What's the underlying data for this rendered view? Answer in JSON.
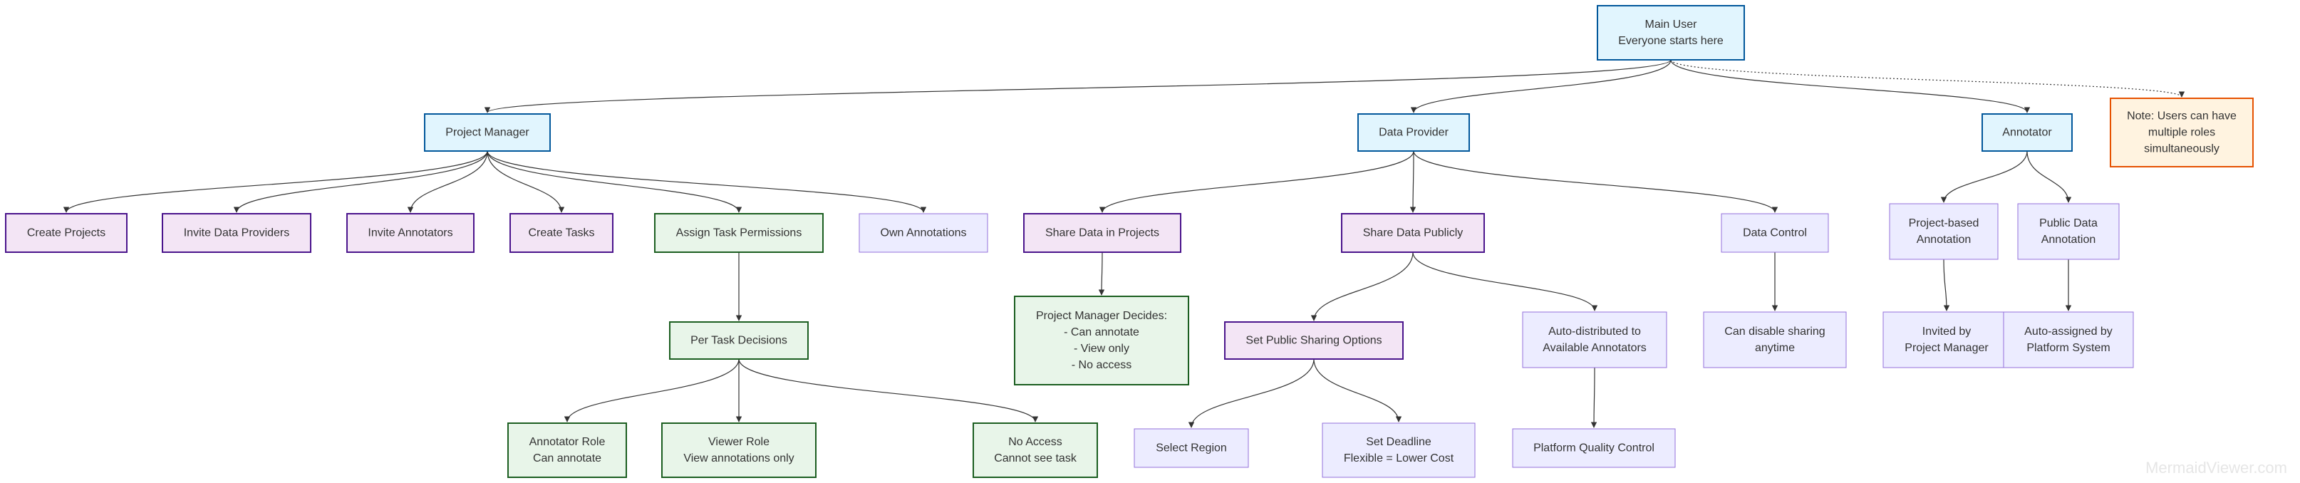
{
  "colors": {
    "blue": {
      "fill": "#e1f5fe",
      "stroke": "#01579b"
    },
    "purple": {
      "fill": "#f3e5f5",
      "stroke": "#4a148c"
    },
    "green": {
      "fill": "#e8f5e9",
      "stroke": "#1b5e20"
    },
    "lav": {
      "fill": "#ececff",
      "stroke": "#9370db"
    },
    "orange": {
      "fill": "#fff3e0",
      "stroke": "#e65100"
    },
    "edge": "#333333"
  },
  "watermark": "MermaidViewer.com",
  "nodes": [
    {
      "id": "main_user",
      "style": "blue",
      "lines": [
        "Main User",
        "Everyone starts here"
      ]
    },
    {
      "id": "project_manager",
      "style": "blue",
      "lines": [
        "Project Manager"
      ]
    },
    {
      "id": "data_provider",
      "style": "blue",
      "lines": [
        "Data Provider"
      ]
    },
    {
      "id": "annotator",
      "style": "blue",
      "lines": [
        "Annotator"
      ]
    },
    {
      "id": "note",
      "style": "orange",
      "lines": [
        "Note: Users can have",
        "multiple roles",
        "simultaneously"
      ]
    },
    {
      "id": "create_projects",
      "style": "purple",
      "lines": [
        "Create Projects"
      ]
    },
    {
      "id": "invite_providers",
      "style": "purple",
      "lines": [
        "Invite Data Providers"
      ]
    },
    {
      "id": "invite_annotators",
      "style": "purple",
      "lines": [
        "Invite Annotators"
      ]
    },
    {
      "id": "create_tasks",
      "style": "purple",
      "lines": [
        "Create Tasks"
      ]
    },
    {
      "id": "assign_permissions",
      "style": "green",
      "lines": [
        "Assign Task Permissions"
      ]
    },
    {
      "id": "own_annotations",
      "style": "lav",
      "lines": [
        "Own Annotations"
      ]
    },
    {
      "id": "share_projects",
      "style": "purple",
      "lines": [
        "Share Data in Projects"
      ]
    },
    {
      "id": "share_public",
      "style": "purple",
      "lines": [
        "Share Data Publicly"
      ]
    },
    {
      "id": "data_control",
      "style": "lav",
      "lines": [
        "Data Control"
      ]
    },
    {
      "id": "project_based",
      "style": "lav",
      "lines": [
        "Project-based",
        "Annotation"
      ]
    },
    {
      "id": "public_data",
      "style": "lav",
      "lines": [
        "Public Data",
        "Annotation"
      ]
    },
    {
      "id": "per_task",
      "style": "green",
      "lines": [
        "Per Task Decisions"
      ]
    },
    {
      "id": "pm_decides",
      "style": "green",
      "lines": [
        "Project Manager Decides:",
        "- Can annotate",
        "- View only",
        "- No access"
      ]
    },
    {
      "id": "public_options",
      "style": "purple",
      "lines": [
        "Set Public Sharing Options"
      ]
    },
    {
      "id": "auto_distributed",
      "style": "lav",
      "lines": [
        "Auto-distributed to",
        "Available Annotators"
      ]
    },
    {
      "id": "disable_sharing",
      "style": "lav",
      "lines": [
        "Can disable sharing",
        "anytime"
      ]
    },
    {
      "id": "invited_by",
      "style": "lav",
      "lines": [
        "Invited by",
        "Project Manager"
      ]
    },
    {
      "id": "auto_assigned",
      "style": "lav",
      "lines": [
        "Auto-assigned by",
        "Platform System"
      ]
    },
    {
      "id": "annotator_role",
      "style": "green",
      "lines": [
        "Annotator Role",
        "Can annotate"
      ]
    },
    {
      "id": "viewer_role",
      "style": "green",
      "lines": [
        "Viewer Role",
        "View annotations only"
      ]
    },
    {
      "id": "no_access",
      "style": "green",
      "lines": [
        "No Access",
        "Cannot see task"
      ]
    },
    {
      "id": "select_region",
      "style": "lav",
      "lines": [
        "Select Region"
      ]
    },
    {
      "id": "set_deadline",
      "style": "lav",
      "lines": [
        "Set Deadline",
        "Flexible = Lower Cost"
      ]
    },
    {
      "id": "quality_control",
      "style": "lav",
      "lines": [
        "Platform Quality Control"
      ]
    }
  ],
  "edges": [
    {
      "from": "main_user",
      "to": "project_manager"
    },
    {
      "from": "main_user",
      "to": "data_provider"
    },
    {
      "from": "main_user",
      "to": "annotator"
    },
    {
      "from": "main_user",
      "to": "note",
      "dotted": true
    },
    {
      "from": "project_manager",
      "to": "create_projects"
    },
    {
      "from": "project_manager",
      "to": "invite_providers"
    },
    {
      "from": "project_manager",
      "to": "invite_annotators"
    },
    {
      "from": "project_manager",
      "to": "create_tasks"
    },
    {
      "from": "project_manager",
      "to": "assign_permissions"
    },
    {
      "from": "project_manager",
      "to": "own_annotations"
    },
    {
      "from": "assign_permissions",
      "to": "per_task"
    },
    {
      "from": "per_task",
      "to": "annotator_role"
    },
    {
      "from": "per_task",
      "to": "viewer_role"
    },
    {
      "from": "per_task",
      "to": "no_access"
    },
    {
      "from": "data_provider",
      "to": "share_projects"
    },
    {
      "from": "data_provider",
      "to": "share_public"
    },
    {
      "from": "data_provider",
      "to": "data_control"
    },
    {
      "from": "share_projects",
      "to": "pm_decides"
    },
    {
      "from": "share_public",
      "to": "public_options"
    },
    {
      "from": "share_public",
      "to": "auto_distributed"
    },
    {
      "from": "public_options",
      "to": "select_region"
    },
    {
      "from": "public_options",
      "to": "set_deadline"
    },
    {
      "from": "auto_distributed",
      "to": "quality_control"
    },
    {
      "from": "data_control",
      "to": "disable_sharing"
    },
    {
      "from": "annotator",
      "to": "project_based"
    },
    {
      "from": "annotator",
      "to": "public_data"
    },
    {
      "from": "project_based",
      "to": "invited_by"
    },
    {
      "from": "public_data",
      "to": "auto_assigned"
    }
  ]
}
